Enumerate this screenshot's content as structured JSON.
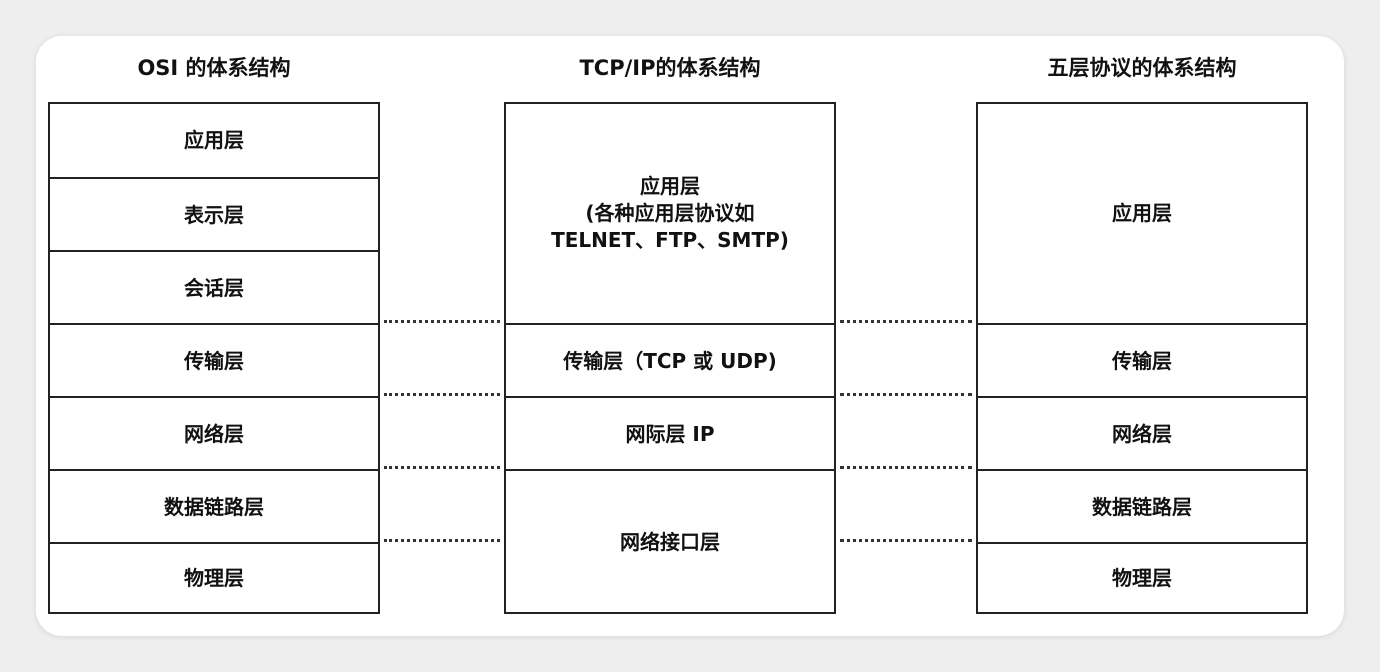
{
  "titles": {
    "osi": "OSI 的体系结构",
    "tcpip": "TCP/IP的体系结构",
    "five": "五层协议的体系结构"
  },
  "osi_layers": [
    "应用层",
    "表示层",
    "会话层",
    "传输层",
    "网络层",
    "数据链路层",
    "物理层"
  ],
  "tcpip_layers": {
    "app_lines": [
      "应用层",
      "(各种应用层协议如",
      "TELNET、FTP、SMTP)"
    ],
    "transport": "传输层（TCP 或 UDP)",
    "internet": "网际层 IP",
    "netif": "网络接口层"
  },
  "five_layers": [
    "应用层",
    "传输层",
    "网络层",
    "数据链路层",
    "物理层"
  ]
}
